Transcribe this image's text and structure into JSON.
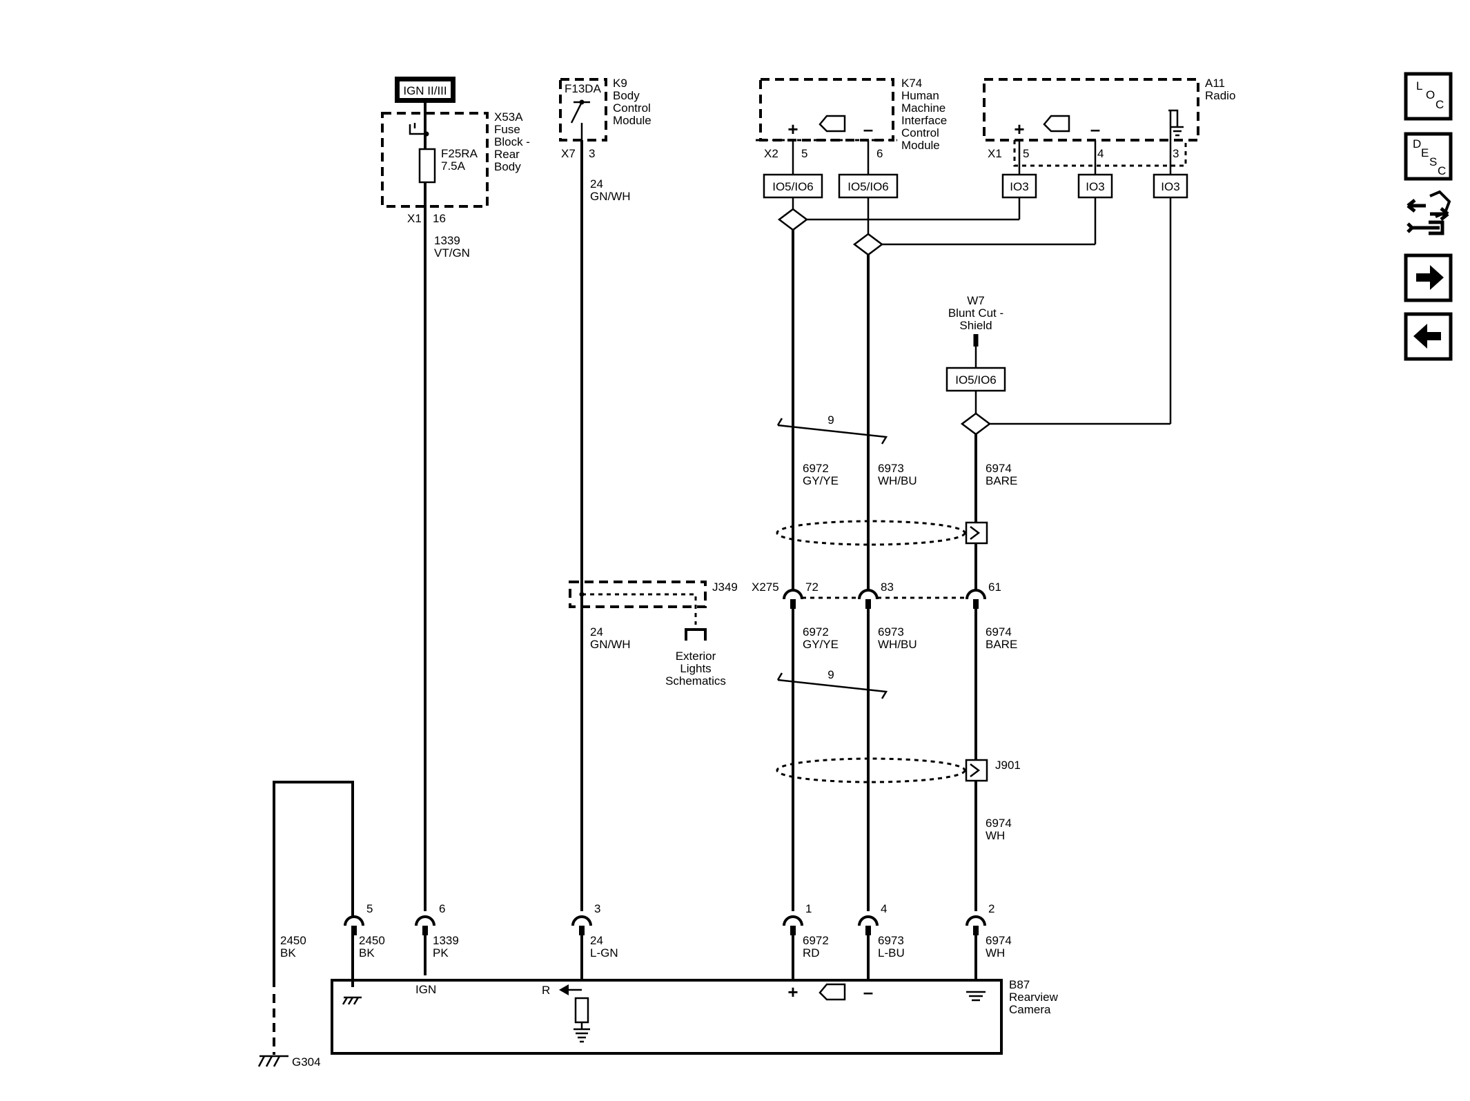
{
  "ignition": {
    "label": "IGN II/III"
  },
  "fuse_block": {
    "name_lines": [
      "X53A",
      "Fuse",
      "Block -",
      "Rear",
      "Body"
    ],
    "fuse_lines": [
      "F25RA",
      "7.5A"
    ],
    "connector": "X1",
    "pin": "16"
  },
  "bcm": {
    "name_lines": [
      "K9",
      "Body",
      "Control",
      "Module"
    ],
    "switch_label": "F13DA",
    "connector": "X7",
    "pin": "3"
  },
  "hmi": {
    "name_lines": [
      "K74",
      "Human",
      "Machine",
      "Interface",
      "Control",
      "Module"
    ],
    "connector": "X2",
    "pin_plus": "5",
    "pin_minus": "6"
  },
  "radio": {
    "name_lines": [
      "A11",
      "Radio"
    ],
    "connector": "X1",
    "pin_plus": "5",
    "pin_minus": "4",
    "pin_ground": "3"
  },
  "bus_tags": {
    "t1": "IO5/IO6",
    "t2": "IO5/IO6",
    "t3": "IO3",
    "t4": "IO3",
    "t5": "IO3",
    "t6": "IO5/IO6"
  },
  "shield": {
    "name_lines": [
      "W7",
      "Blunt Cut -",
      "Shield"
    ]
  },
  "wires_upper": {
    "w1339": [
      "1339",
      "VT/GN"
    ],
    "w24a": [
      "24",
      "GN/WH"
    ],
    "w6972": [
      "6972",
      "GY/YE"
    ],
    "w6973": [
      "6973",
      "WH/BU"
    ],
    "w6974": [
      "6974",
      "BARE"
    ],
    "twist": "9"
  },
  "x275": {
    "label": "X275",
    "pin1": "72",
    "pin2": "83",
    "pin3": "61"
  },
  "j349": {
    "label": "J349",
    "wire": [
      "24",
      "GN/WH"
    ],
    "ref_lines": [
      "Exterior",
      "Lights",
      "Schematics"
    ]
  },
  "wires_middle": {
    "w6972": [
      "6972",
      "GY/YE"
    ],
    "w6973": [
      "6973",
      "WH/BU"
    ],
    "w6974": [
      "6974",
      "BARE"
    ],
    "twist": "9",
    "splice": "J901",
    "w6974b": [
      "6974",
      "WH"
    ]
  },
  "camera_pins": {
    "p5": "5",
    "p6": "6",
    "p3": "3",
    "p1": "1",
    "p4": "4",
    "p2": "2"
  },
  "wires_lower": {
    "g2450": [
      "2450",
      "BK"
    ],
    "w2450": [
      "2450",
      "BK"
    ],
    "w1339": [
      "1339",
      "PK"
    ],
    "w24": [
      "24",
      "L-GN"
    ],
    "w6972": [
      "6972",
      "RD"
    ],
    "w6973": [
      "6973",
      "L-BU"
    ],
    "w6974": [
      "6974",
      "WH"
    ]
  },
  "camera": {
    "name_lines": [
      "B87",
      "Rearview",
      "Camera"
    ],
    "ign_label": "IGN",
    "r_label": "R"
  },
  "ground": {
    "label": "G304"
  },
  "nav": {
    "loc": [
      "L",
      "O",
      "C"
    ],
    "desc": [
      "D",
      "E",
      "S",
      "C"
    ]
  }
}
